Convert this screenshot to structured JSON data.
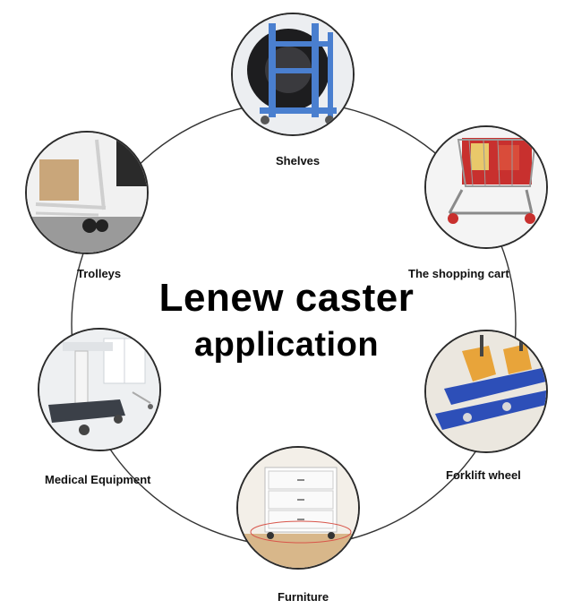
{
  "title": {
    "line1": "Lenew caster",
    "line2": "application"
  },
  "applications": [
    {
      "id": "shelves",
      "label": "Shelves",
      "icon": "shelf-cart-photo"
    },
    {
      "id": "shopping-cart",
      "label": "The shopping cart",
      "icon": "shopping-cart-photo"
    },
    {
      "id": "forklift-wheel",
      "label": "Forklift wheel",
      "icon": "pallet-jack-photo"
    },
    {
      "id": "furniture",
      "label": "Furniture",
      "icon": "drawer-cabinet-photo"
    },
    {
      "id": "medical-equipment",
      "label": "Medical Equipment",
      "icon": "medical-device-photo"
    },
    {
      "id": "trolleys",
      "label": "Trolleys",
      "icon": "hand-trolley-photo"
    }
  ],
  "colors": {
    "ring": "#333333",
    "blue": "#4a7fcf",
    "orange": "#e8a43a",
    "red": "#c8302e"
  }
}
